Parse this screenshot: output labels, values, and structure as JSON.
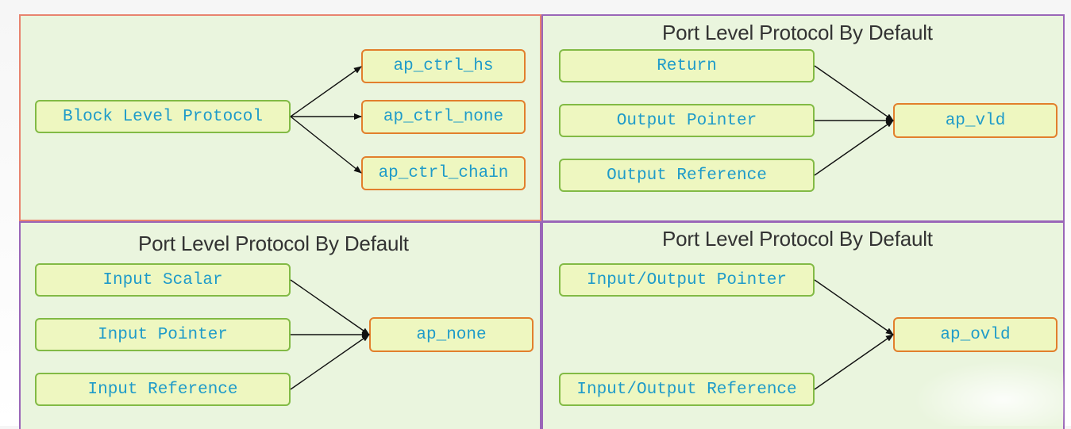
{
  "top_left": {
    "source": "Block Level Protocol",
    "targets": [
      "ap_ctrl_hs",
      "ap_ctrl_none",
      "ap_ctrl_chain"
    ]
  },
  "top_right": {
    "title": "Port Level Protocol By Default",
    "sources": [
      "Return",
      "Output Pointer",
      "Output Reference"
    ],
    "target": "ap_vld"
  },
  "bottom_left": {
    "title": "Port Level Protocol By Default",
    "sources": [
      "Input Scalar",
      "Input Pointer",
      "Input Reference"
    ],
    "target": "ap_none"
  },
  "bottom_right": {
    "title": "Port Level Protocol By Default",
    "sources": [
      "Input/Output Pointer",
      "Input/Output Reference"
    ],
    "target": "ap_ovld"
  },
  "colors": {
    "source_border": "#82ba45",
    "target_border": "#e27f2c",
    "box_fill": "#eef7c0",
    "text": "#1f9bc9",
    "panel_fill": "#eaf5de"
  }
}
